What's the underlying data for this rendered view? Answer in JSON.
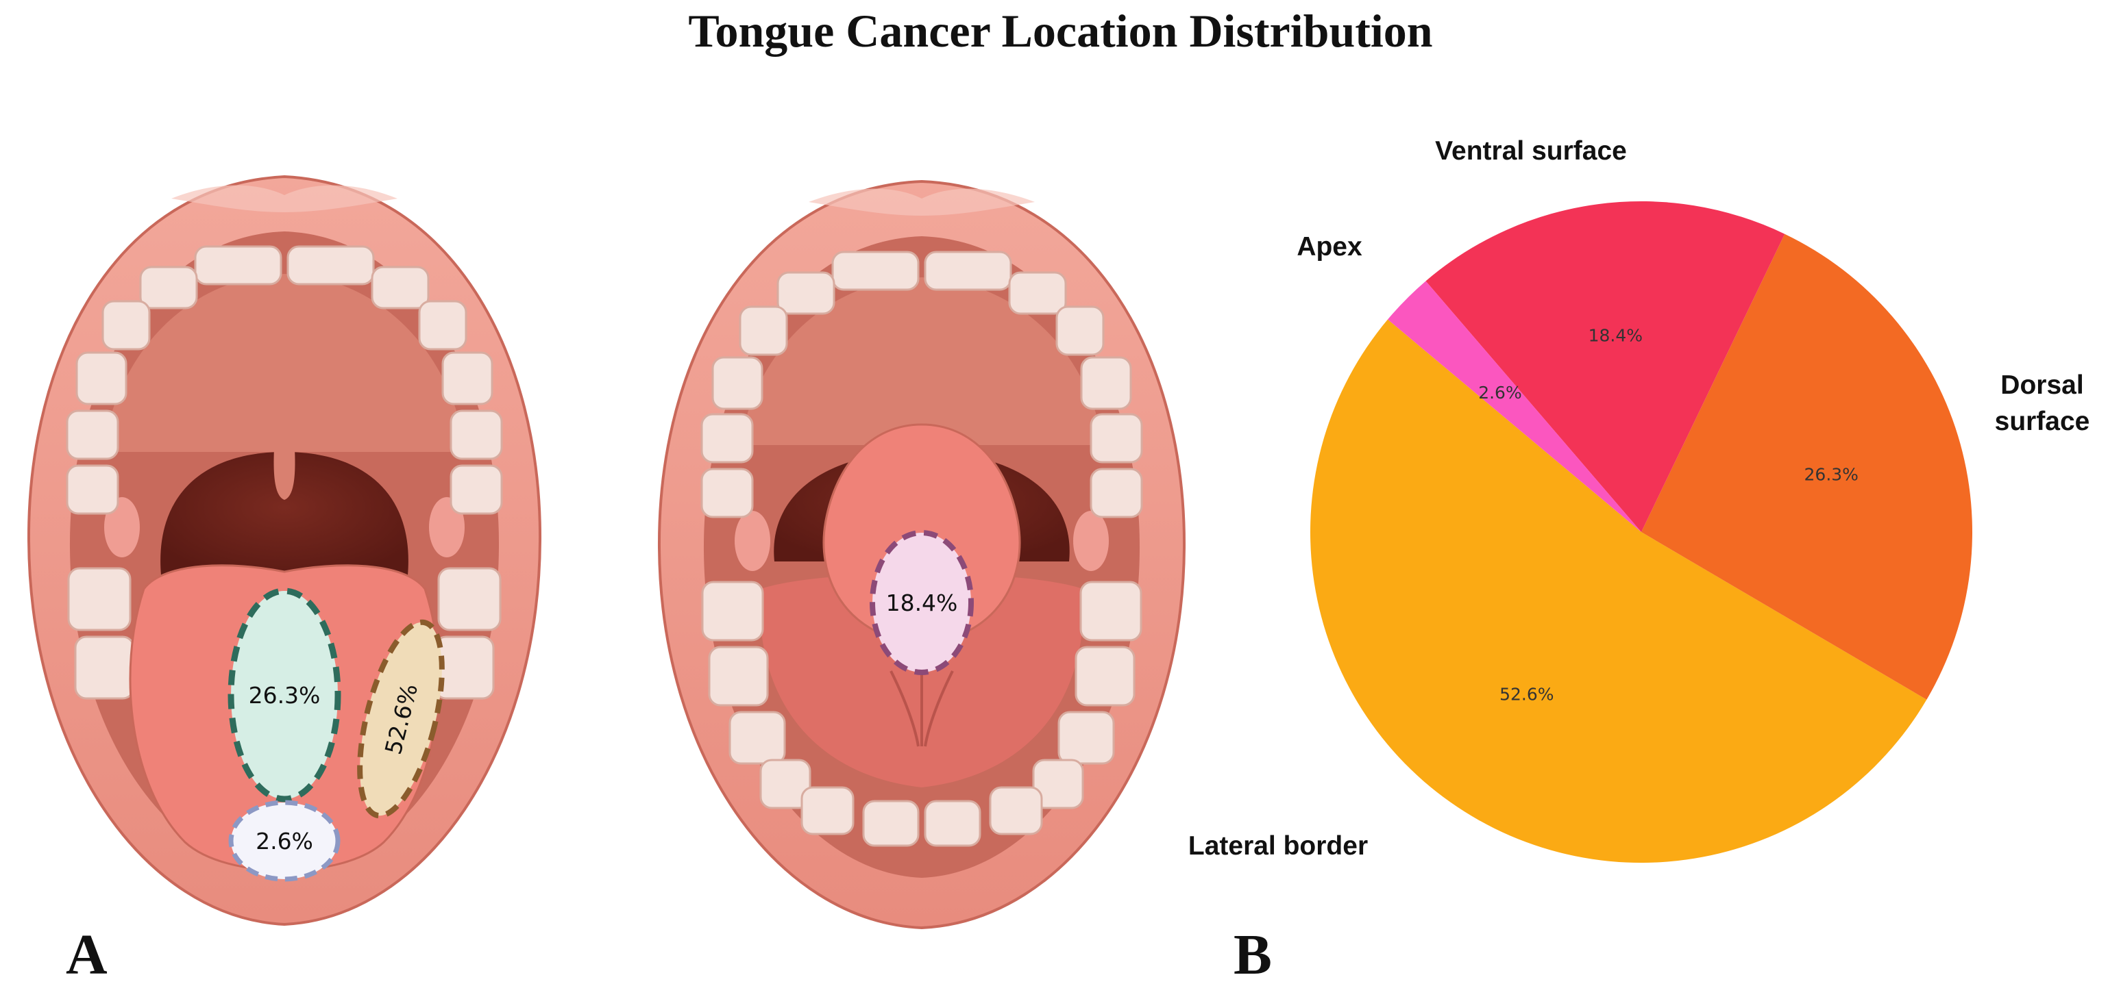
{
  "figure": {
    "title": "Tongue Cancer Location Distribution",
    "panel_a": "A",
    "panel_b": "B"
  },
  "illustration": {
    "regions": [
      {
        "name": "Dorsal surface",
        "label": "26.3%",
        "fill": "#d6eee5",
        "stroke": "#2e6c5c"
      },
      {
        "name": "Lateral border",
        "label": "52.6%",
        "fill": "#f0dcb8",
        "stroke": "#8a5c2c"
      },
      {
        "name": "Apex",
        "label": "2.6%",
        "fill": "#f4f4fb",
        "stroke": "#8c98c4"
      },
      {
        "name": "Ventral surface",
        "label": "18.4%",
        "fill": "#f5d8ea",
        "stroke": "#8c4a78"
      }
    ]
  },
  "chart_data": {
    "type": "pie",
    "slices": [
      {
        "name": "Lateral border",
        "value": 52.6,
        "label": "52.6%",
        "color": "#fbaa14"
      },
      {
        "name": "Dorsal surface",
        "value": 26.3,
        "label": "26.3%",
        "color": "#f36a23"
      },
      {
        "name": "Ventral surface",
        "value": 18.4,
        "label": "18.4%",
        "color": "#f33356"
      },
      {
        "name": "Apex",
        "value": 2.6,
        "label": "2.6%",
        "color": "#fb56bf"
      }
    ],
    "category_lines": {
      "lateral": [
        "Lateral border"
      ],
      "dorsal": [
        "Dorsal",
        "surface"
      ],
      "ventral": [
        "Ventral surface"
      ],
      "apex": [
        "Apex"
      ]
    },
    "start_angle_deg": 140,
    "direction": "counterclockwise"
  }
}
